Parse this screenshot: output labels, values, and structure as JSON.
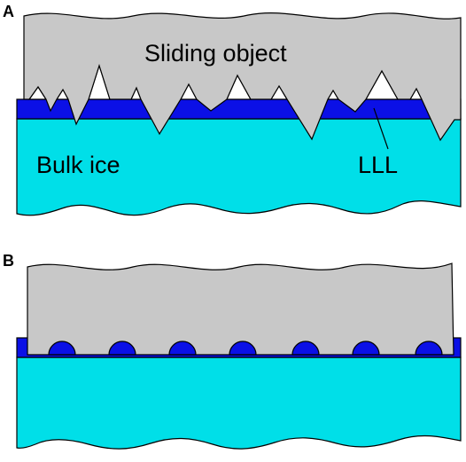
{
  "panels": {
    "a": {
      "letter": "A",
      "object_label": "Sliding object",
      "ice_label": "Bulk ice",
      "layer_label": "LLL"
    },
    "b": {
      "letter": "B"
    }
  },
  "colors": {
    "sliding_object": "#c8c8c8",
    "bulk_ice": "#00dfe8",
    "liquid_like_layer": "#0b10e6",
    "outline": "#000000",
    "background": "#ffffff"
  }
}
